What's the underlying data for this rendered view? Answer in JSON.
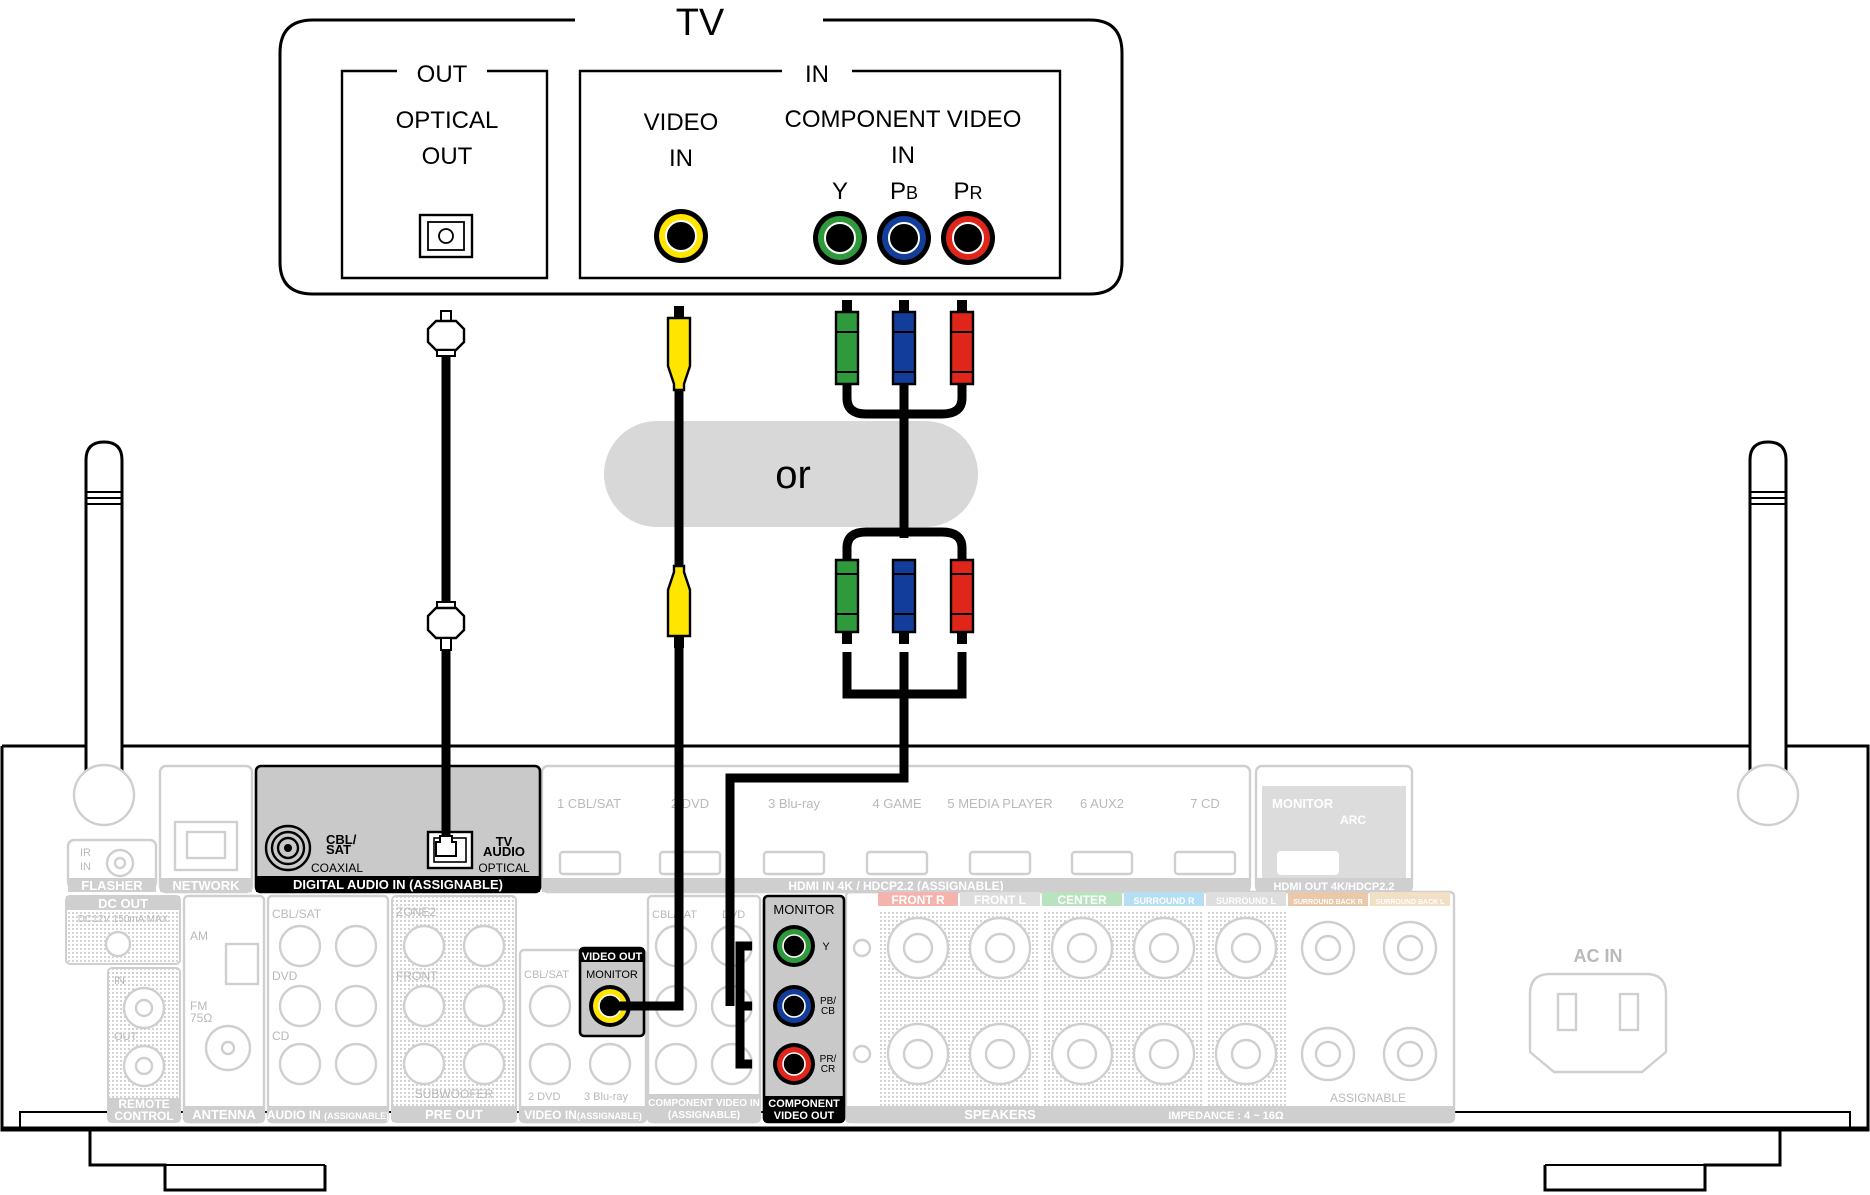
{
  "tv": {
    "title": "TV",
    "out_group": "OUT",
    "in_group": "IN",
    "optical_line1": "OPTICAL",
    "optical_line2": "OUT",
    "video_line1": "VIDEO",
    "video_line2": "IN",
    "component_line1": "COMPONENT VIDEO",
    "component_line2": "IN",
    "y_label": "Y",
    "pb_main": "P",
    "pb_sub": "B",
    "pr_main": "P",
    "pr_sub": "R"
  },
  "or_label": "or",
  "colors": {
    "yellow": "#ffe500",
    "green": "#2e9a3b",
    "blue": "#123d9a",
    "red": "#e0251b",
    "or_panel": "#d8d8d8",
    "faint": "#cfcfcf",
    "highlight_panel": "#c9c9c9"
  },
  "receiver": {
    "digital_audio": {
      "cbl_sat_1": "CBL/",
      "cbl_sat_2": "SAT",
      "coaxial": "COAXIAL",
      "tv_audio_1": "TV",
      "tv_audio_2": "AUDIO",
      "optical": "OPTICAL",
      "footer": "DIGITAL AUDIO IN (ASSIGNABLE)"
    },
    "video_out": {
      "header": "VIDEO OUT",
      "monitor": "MONITOR"
    },
    "component_out": {
      "monitor": "MONITOR",
      "y": "Y",
      "pb_1": "PB/",
      "pb_2": "CB",
      "pr_1": "PR/",
      "pr_2": "CR",
      "footer_1": "COMPONENT",
      "footer_2": "VIDEO OUT"
    },
    "faint_labels": {
      "ir_in": "IR",
      "ir_in2": "IN",
      "flasher": "FLASHER",
      "network": "NETWORK",
      "dc_out": "DC OUT",
      "dc_spec": "DC12V 150mA MAX",
      "remote_in": "IN",
      "remote_out": "OUT",
      "remote_1": "REMOTE",
      "remote_2": "CONTROL",
      "am": "AM",
      "fm": "FM",
      "fm_ohm": "75Ω",
      "antenna": "ANTENNA",
      "audio_cbl": "CBL/SAT",
      "audio_dvd": "DVD",
      "audio_cd": "CD",
      "audio_in": "AUDIO IN",
      "audio_in_sub": "(ASSIGNABLE)",
      "zone2": "ZONE2",
      "front": "FRONT",
      "subwoofer": "SUBWOOFER",
      "pre_out": "PRE OUT",
      "vid_cbl": "CBL/SAT",
      "vid_dvd": "2 DVD",
      "vid_bluray": "3 Blu-ray",
      "video_in": "VIDEO IN",
      "video_in_sub": "(ASSIGNABLE)",
      "comp_cbl": "CBL/SAT",
      "comp_dvd": "DVD",
      "comp_in": "COMPONENT VIDEO IN",
      "comp_in_sub": "(ASSIGNABLE)",
      "hdmi_1": "1 CBL/SAT",
      "hdmi_2": "2 DVD",
      "hdmi_3": "3 Blu-ray",
      "hdmi_4": "4 GAME",
      "hdmi_5": "5 MEDIA PLAYER",
      "hdmi_6": "6 AUX2",
      "hdmi_7": "7 CD",
      "hdmi_in": "HDMI IN  4K / HDCP2.2 (ASSIGNABLE)",
      "monitor": "MONITOR",
      "arc": "ARC",
      "hdmi_out": "HDMI OUT 4K/HDCP2.2",
      "front_r": "FRONT R",
      "front_l": "FRONT L",
      "center": "CENTER",
      "surround_r": "SURROUND R",
      "surround_l": "SURROUND L",
      "surround_back_r": "SURROUND BACK R",
      "surround_back_l": "SURROUND BACK L",
      "speakers": "SPEAKERS",
      "impedance": "IMPEDANCE : 4 ~ 16Ω",
      "assignable": "ASSIGNABLE",
      "ac_in": "AC IN"
    }
  }
}
